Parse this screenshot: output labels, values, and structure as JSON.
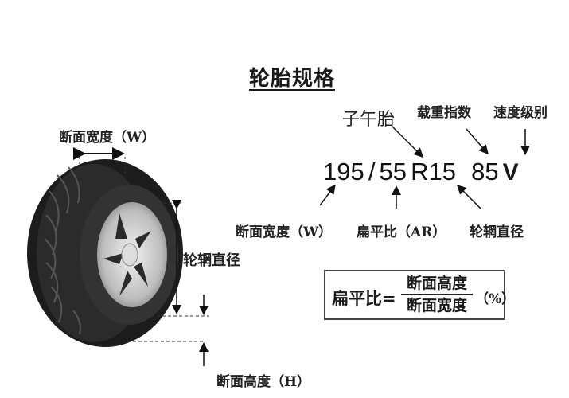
{
  "title": "轮胎规格",
  "tire_spec": {
    "width": "195",
    "slash": "/",
    "aspect_ratio": "55",
    "construction_rim": "R15",
    "load_index": "85",
    "speed_rating": "V"
  },
  "spec_labels": {
    "radial": "子午胎",
    "load_index": "载重指数",
    "speed_rating": "速度级别",
    "section_width": "断面宽度（W）",
    "aspect_ratio": "扁平比（AR）",
    "rim_diameter": "轮辋直径"
  },
  "tire_labels": {
    "section_width": "断面宽度（W）",
    "rim_diameter": "轮辋直径",
    "section_height": "断面高度（H）"
  },
  "formula": {
    "left": "扁平比=",
    "numerator": "断面高度",
    "denominator": "断面宽度",
    "unit": "（%）"
  },
  "colors": {
    "text": "#1a1a1a",
    "tire": "#1c1c1c",
    "rim": "#c8c8c8",
    "border": "#444444"
  }
}
